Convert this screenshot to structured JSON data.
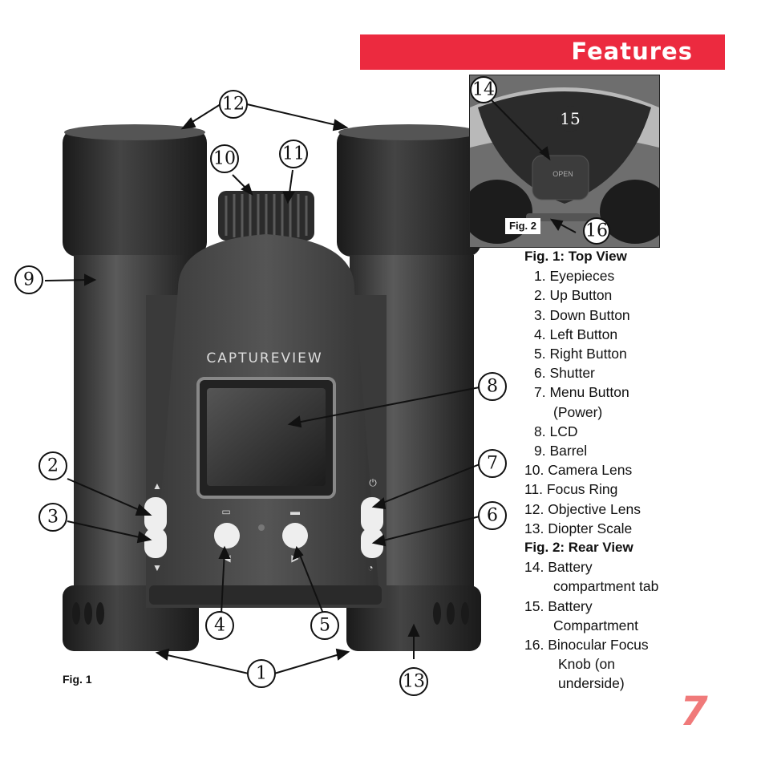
{
  "header": {
    "title": "Features",
    "color": "#ec2a3f"
  },
  "fig1": {
    "caption": "Fig. 1",
    "brand": "CAPTUREVIEW",
    "callouts": [
      "1",
      "2",
      "3",
      "4",
      "5",
      "6",
      "7",
      "8",
      "9",
      "10",
      "11",
      "12",
      "13"
    ]
  },
  "fig2": {
    "caption": "Fig. 2",
    "open_label": "OPEN",
    "callouts": [
      "14",
      "15",
      "16"
    ]
  },
  "legend": {
    "top_heading": "Fig. 1: Top View",
    "top_items": [
      "1. Eyepieces",
      "2. Up Button",
      "3. Down Button",
      "4. Left Button",
      "5. Right Button",
      "6. Shutter",
      "7. Menu Button",
      "(Power)",
      "8. LCD",
      "9. Barrel",
      "10. Camera Lens",
      "11. Focus Ring",
      "12. Objective Lens",
      "13. Diopter Scale"
    ],
    "rear_heading": "Fig. 2: Rear View",
    "rear_items": [
      "14.  Battery",
      "compartment tab",
      "15. Battery",
      "Compartment",
      "16. Binocular Focus",
      "Knob (on",
      "underside)"
    ]
  },
  "page_number": "7"
}
